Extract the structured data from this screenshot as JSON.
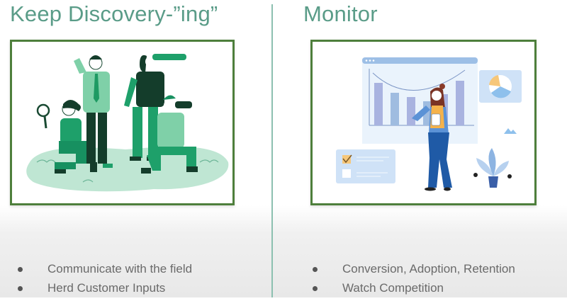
{
  "slide": {
    "left_section": {
      "title": "Keep Discovery-”ing”",
      "illustration": "team-exploring-illustration",
      "bullets": [
        "Communicate with the field",
        "Herd Customer Inputs"
      ]
    },
    "right_section": {
      "title": "Monitor",
      "illustration": "analytics-dashboard-illustration",
      "bullets": [
        "Conversion, Adoption, Retention",
        "Watch Competition"
      ]
    },
    "colors": {
      "title": "#5a9c88",
      "frame_border": "#4e7f3c",
      "divider": "#8cc0b0",
      "bullet_text": "#6a6a6a"
    }
  }
}
